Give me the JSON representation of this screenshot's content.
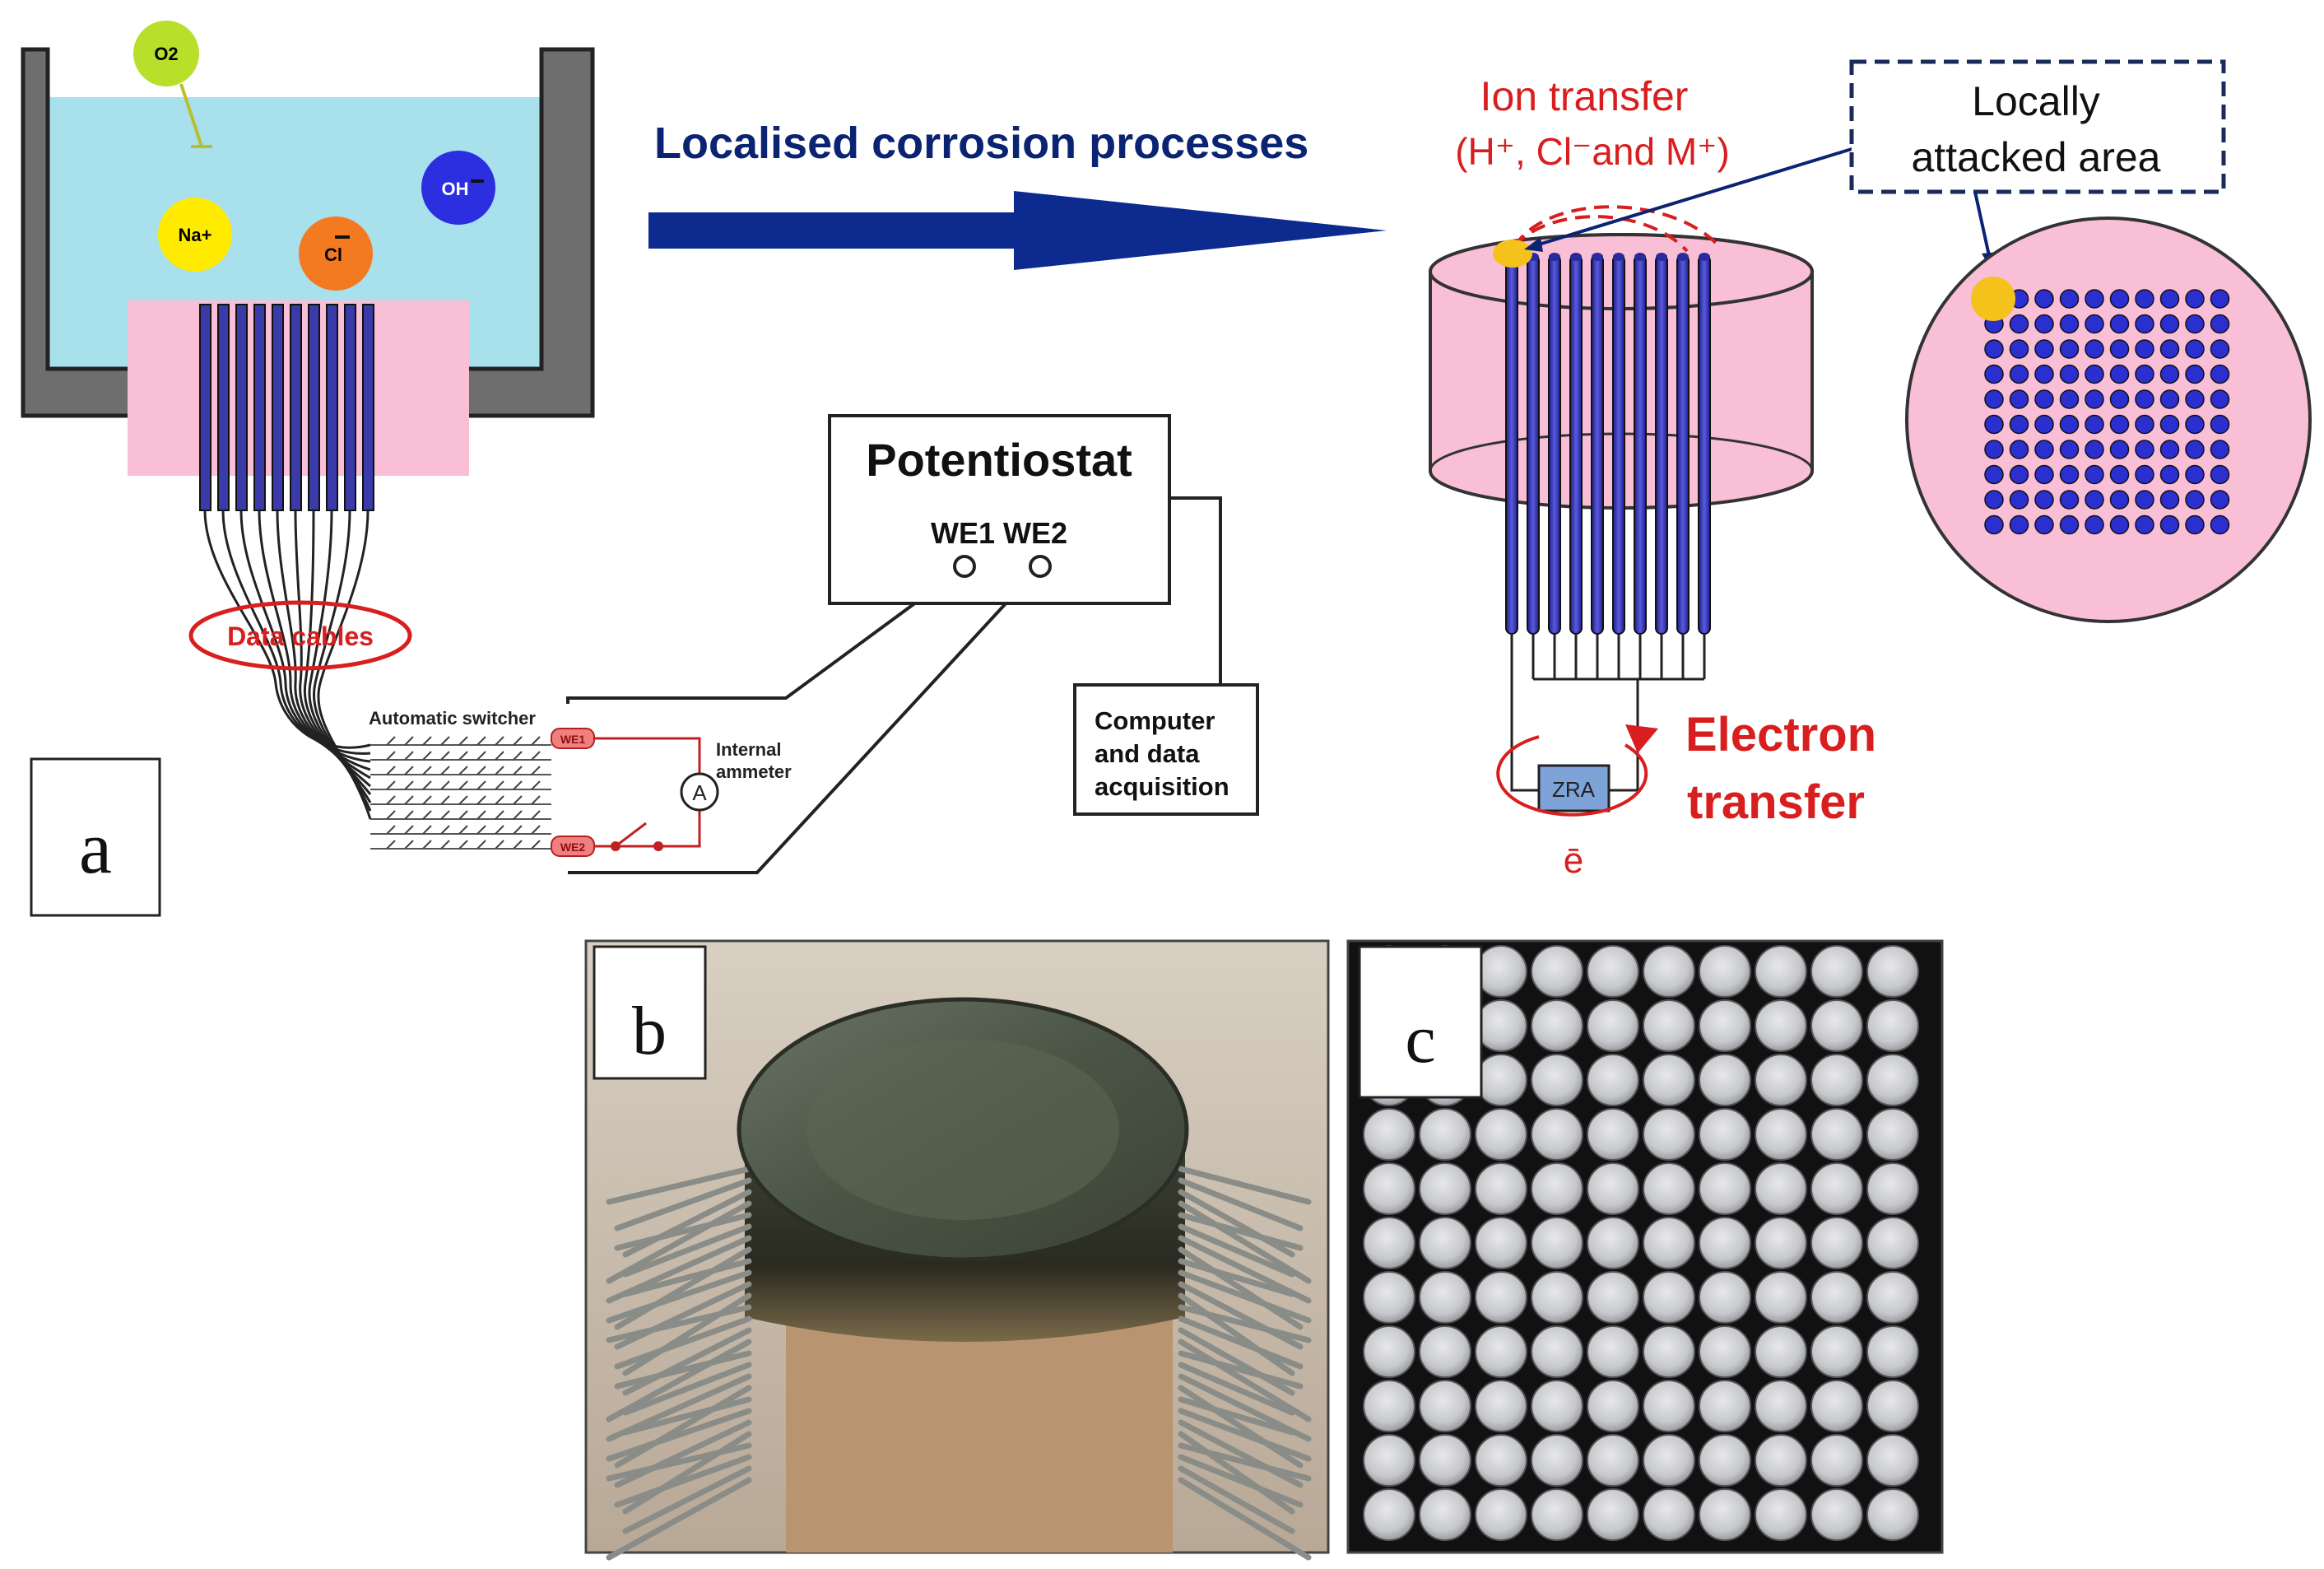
{
  "panel_a": {
    "label": "a",
    "ions": {
      "o2": "O2",
      "na": "Na+",
      "cl": "Cl",
      "oh": "OH"
    },
    "data_cables": "Data cables",
    "automatic_switcher": "Automatic switcher",
    "we1_tag": "WE1",
    "we2_tag": "WE2",
    "internal_ammeter_line1": "Internal",
    "internal_ammeter_line2": "ammeter",
    "ammeter_symbol": "A",
    "potentiostat_title": "Potentiostat",
    "potentiostat_ports": "WE1 WE2",
    "computer_line1": "Computer",
    "computer_line2": "and data",
    "computer_line3": "acquisition",
    "process_title": "Localised corrosion processes",
    "ion_transfer_line1": "Ion transfer",
    "ion_transfer_line2": "(H⁺, Cl⁻and M⁺)",
    "locally_line1": "Locally",
    "locally_line2": "attacked area",
    "zra": "ZRA",
    "electron_symbol": "ē",
    "electron_line1": "Electron",
    "electron_line2": "transfer"
  },
  "panel_b": {
    "label": "b"
  },
  "panel_c": {
    "label": "c"
  },
  "colors": {
    "electrolyte": "#a8e0ec",
    "epoxy": "#f8bfd6",
    "wire": "#3a3aa8",
    "arrow": "#0d2b8f",
    "red_label": "#d81e1e",
    "navy_text": "#0b2373",
    "attack": "#f5c21c"
  }
}
